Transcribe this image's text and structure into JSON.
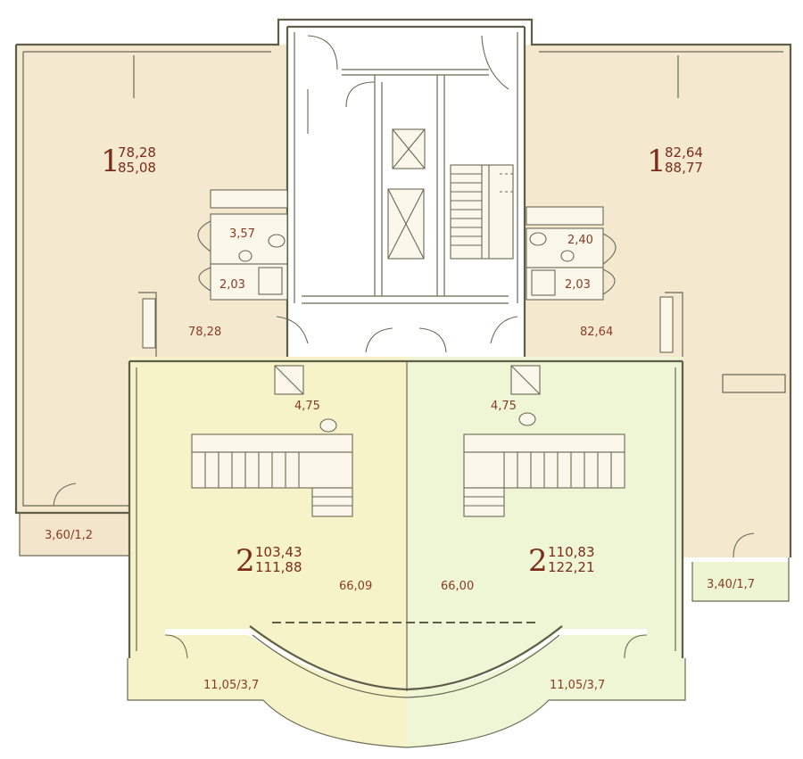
{
  "colors": {
    "unit1_fill": "#f4e8cf",
    "unit2_left_fill": "#f6f3c8",
    "unit2_right_fill": "#eef6d6",
    "core_fill": "#ffffff",
    "balcony_left_fill": "#f2e5cb",
    "balcony_right_fill": "#eef5d3",
    "label_color": "#8a3b22"
  },
  "apartments": {
    "left_top": {
      "number": "1",
      "area_living": "78,28",
      "area_total": "85,08"
    },
    "right_top": {
      "number": "1",
      "area_living": "82,64",
      "area_total": "88,77"
    },
    "left_bottom": {
      "number": "2",
      "area_living": "103,43",
      "area_total": "111,88"
    },
    "right_bottom": {
      "number": "2",
      "area_living": "110,83",
      "area_total": "122,21"
    }
  },
  "rooms": {
    "left_bath_upper": "3,57",
    "left_bath_lower": "2,03",
    "left_main": "78,28",
    "right_bath_upper": "2,40",
    "right_bath_lower": "2,03",
    "right_main": "82,64",
    "left2_bath": "4,75",
    "right2_bath": "4,75",
    "left2_main": "66,09",
    "right2_main": "66,00"
  },
  "balconies": {
    "left_small": "3,60/1,2",
    "right_small": "3,40/1,7",
    "left_curved": "11,05/3,7",
    "right_curved": "11,05/3,7"
  }
}
